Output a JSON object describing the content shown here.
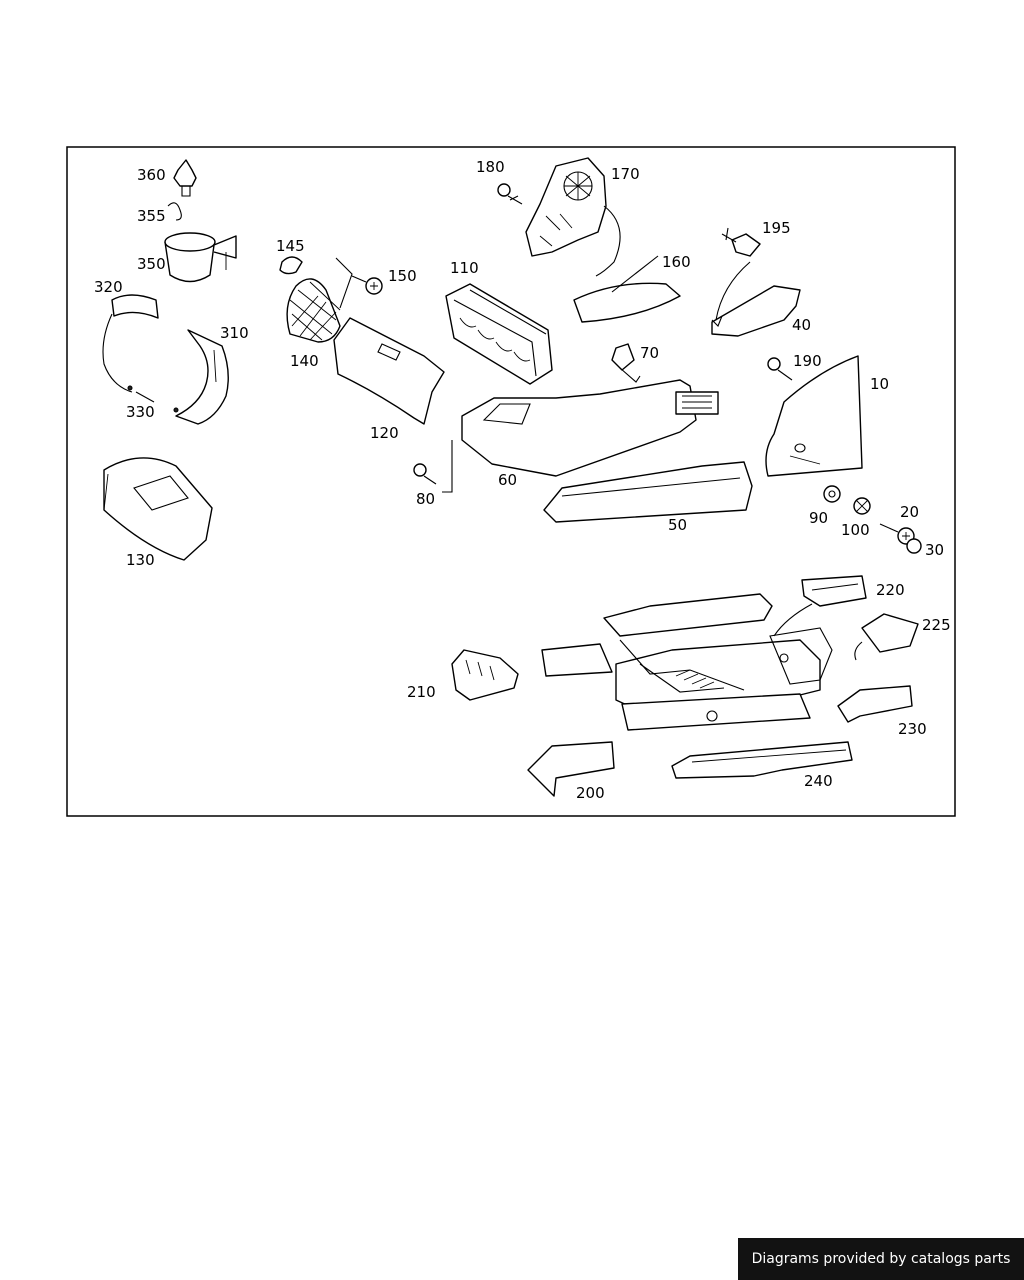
{
  "callouts": {
    "c360": "360",
    "c355": "355",
    "c350": "350",
    "c320": "320",
    "c310": "310",
    "c330": "330",
    "c130": "130",
    "c145": "145",
    "c140": "140",
    "c150": "150",
    "c120": "120",
    "c110": "110",
    "c180": "180",
    "c170": "170",
    "c160": "160",
    "c195": "195",
    "c40": "40",
    "c70": "70",
    "c190": "190",
    "c10": "10",
    "c60": "60",
    "c80": "80",
    "c50": "50",
    "c90": "90",
    "c100": "100",
    "c20": "20",
    "c30": "30",
    "c220": "220",
    "c225": "225",
    "c210": "210",
    "c230": "230",
    "c200": "200",
    "c240": "240"
  },
  "credit": "Diagrams provided by catalogs parts"
}
